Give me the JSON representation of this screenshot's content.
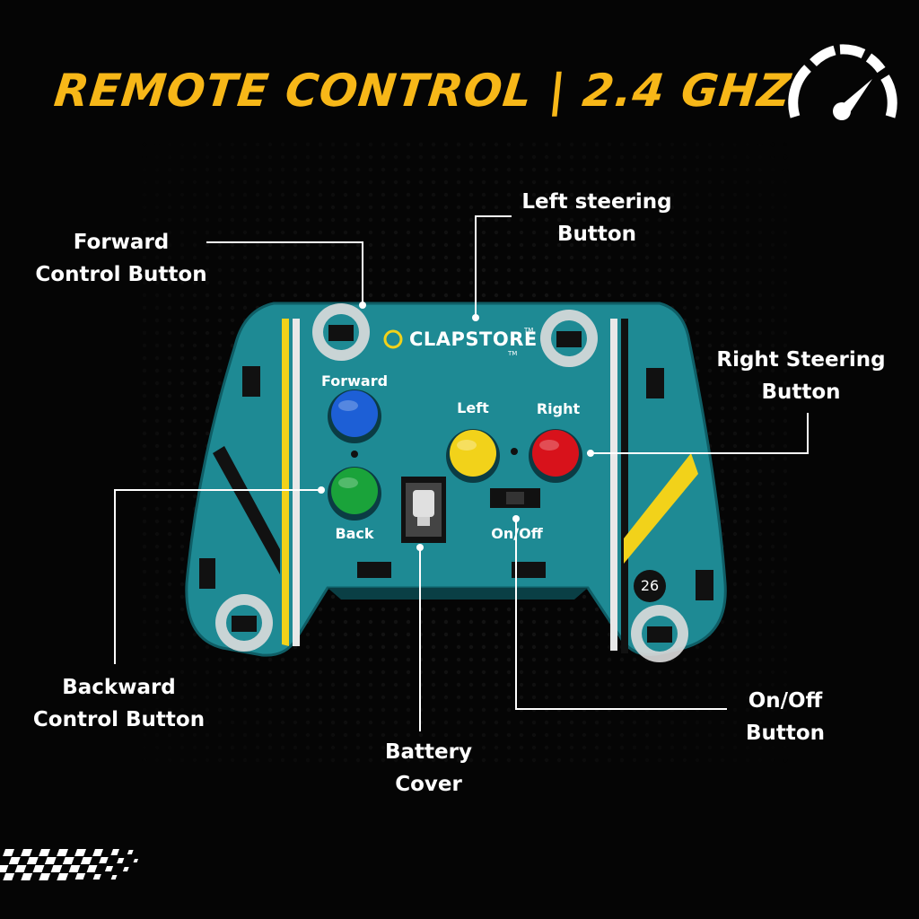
{
  "header": {
    "title": "REMOTE CONTROL | 2.4 GHZ",
    "icon": "speedometer-icon",
    "accent_color": "#f7b718"
  },
  "callouts": {
    "forward": "Forward\nControl Button",
    "left_steering": "Left steering\nButton",
    "right_steering": "Right Steering\nButton",
    "backward": "Backward\nControl Button",
    "battery": "Battery\nCover",
    "on_off": "On/Off\nButton"
  },
  "controller": {
    "brand": "CLAPSTORE",
    "trademark": "TM",
    "body_color": "#1e8a94",
    "badge_number": "26",
    "buttons": {
      "forward": {
        "label": "Forward",
        "color": "#1d5fd6"
      },
      "back": {
        "label": "Back",
        "color": "#1aa33a"
      },
      "left": {
        "label": "Left",
        "color": "#f2d21a"
      },
      "right": {
        "label": "Right",
        "color": "#d8121b"
      }
    },
    "switch_label": "On/Off"
  },
  "footer": {
    "decoration": "checkered-flag-icon"
  }
}
